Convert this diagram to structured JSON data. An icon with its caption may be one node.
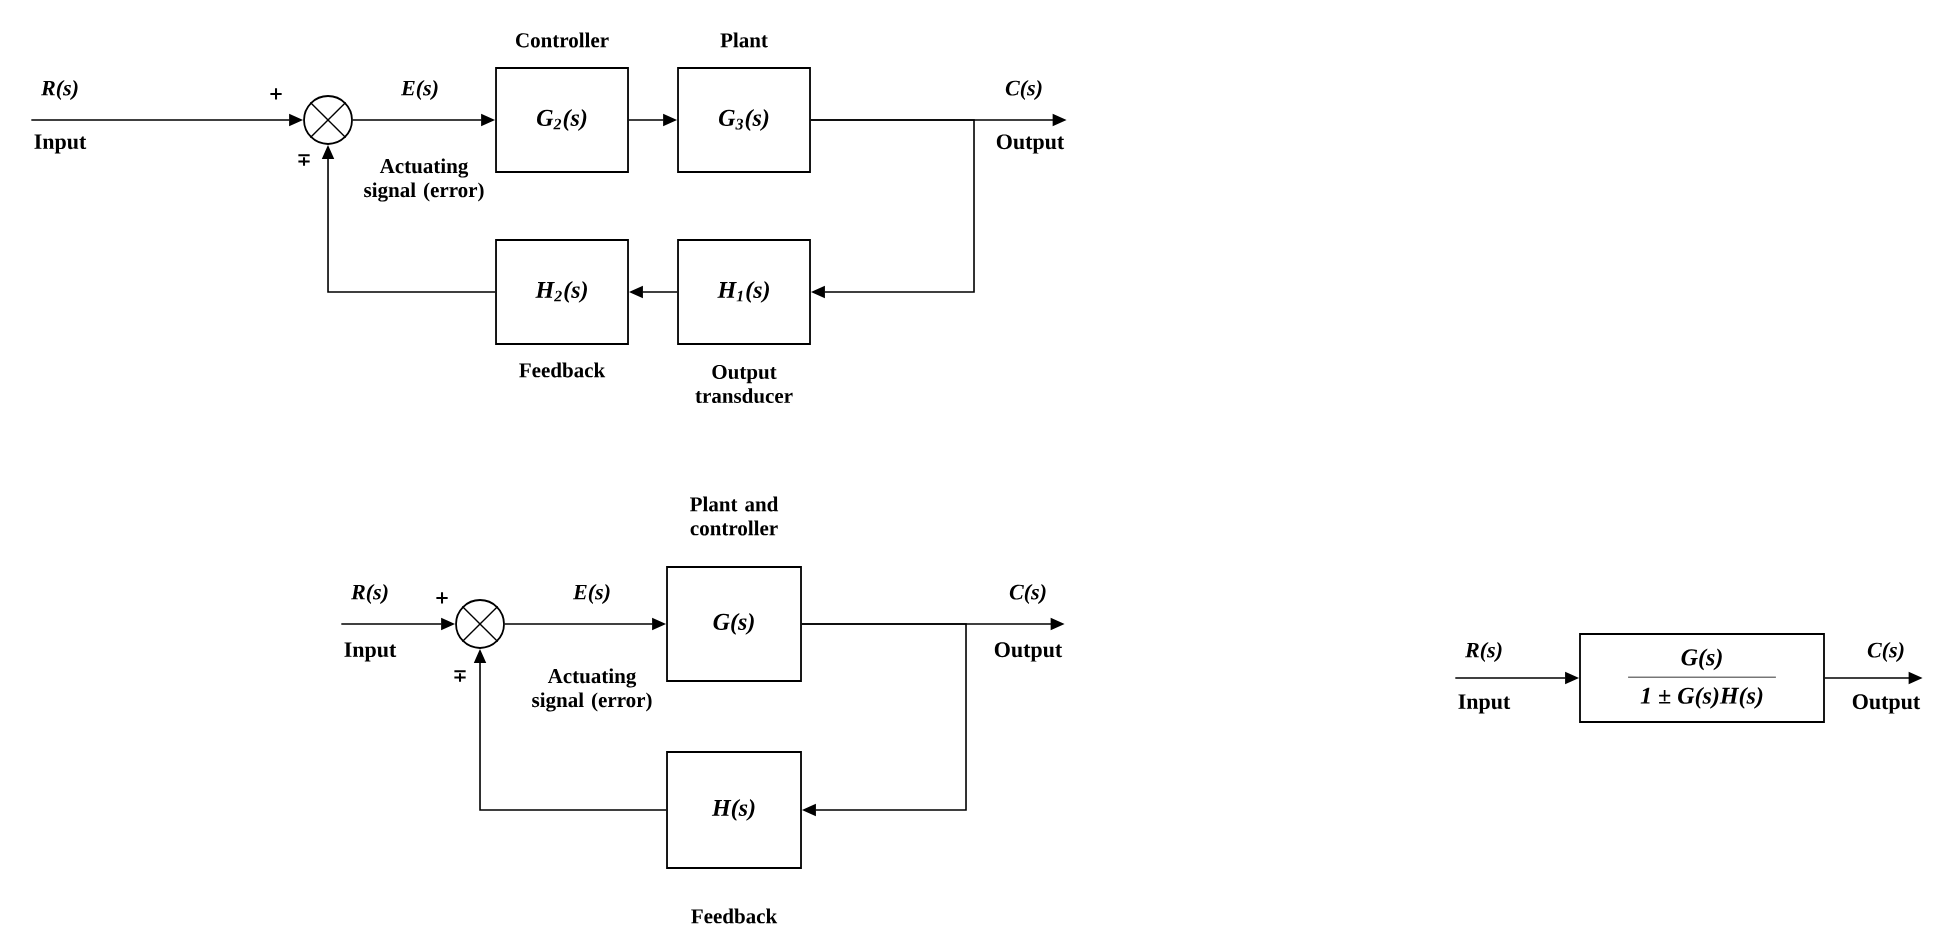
{
  "diagram": {
    "nodes": [
      {
        "text": [
          "Input"
        ]
      },
      {
        "text": [],
        "shape": "circle"
      },
      {
        "text": [
          "Controller",
          "G$_{2}$(s)"
        ]
      },
      {
        "text": [
          "Plant",
          "G$_{3}$(s)"
        ]
      },
      {
        "text": [
          "Output"
        ]
      },
      {
        "text": [
          "H$_{1}$(s)"
        ],
        "beside": [
          "Output transducer"
        ]
      },
      {
        "text": [
          "H$_{2}$(s)"
        ],
        "beside": [
          "Feedback"
        ]
      },
      {
        "text": [
          "Input"
        ]
      },
      {
        "text": [],
        "shape": "circle"
      },
      {
        "text": [
          "Plant and controller",
          "G(s)"
        ]
      },
      {
        "text": [
          "Output"
        ]
      },
      {
        "text": [
          "H(s)"
        ],
        "beside": [
          "Feedback"
        ]
      },
      {
        "text": [
          "Input"
        ]
      },
      {
        "text": [
          "G(s)",
          "1 ± G(s)H(s)"
        ]
      },
      {
        "text": [
          "Output"
        ]
      }
    ],
    "edges": [
      {
        "from": 0,
        "to": 1,
        "arrow": "to",
        "label": "R(s)"
      },
      {
        "from": 1,
        "to": 2,
        "arrow": "to",
        "label": "E(s)"
      },
      {
        "from": 2,
        "to": 3,
        "arrow": "to"
      },
      {
        "from": 3,
        "to": 4,
        "arrow": "to",
        "label": "C(s)"
      },
      {
        "from": 3,
        "to": 5,
        "arrow": "to"
      },
      {
        "from": 5,
        "to": 6,
        "arrow": "to"
      },
      {
        "from": 6,
        "to": 1,
        "arrow": "to"
      },
      {
        "from": 7,
        "to": 8,
        "arrow": "to",
        "label": "R(s)"
      },
      {
        "from": 8,
        "to": 9,
        "arrow": "to",
        "label": "E(s)"
      },
      {
        "from": 9,
        "to": 10,
        "arrow": "to",
        "label": "C(s)"
      },
      {
        "from": 9,
        "to": 11,
        "arrow": "to"
      },
      {
        "from": 11,
        "to": 8,
        "arrow": "to"
      },
      {
        "from": 12,
        "to": 13,
        "arrow": "to",
        "label": "R(s)"
      },
      {
        "from": 13,
        "to": 14,
        "arrow": "to",
        "label": "C(s)"
      }
    ],
    "labels": [
      "+",
      "Actuating signal (error)",
      "∓",
      "+",
      "Actuating signal (error)",
      "∓"
    ]
  }
}
